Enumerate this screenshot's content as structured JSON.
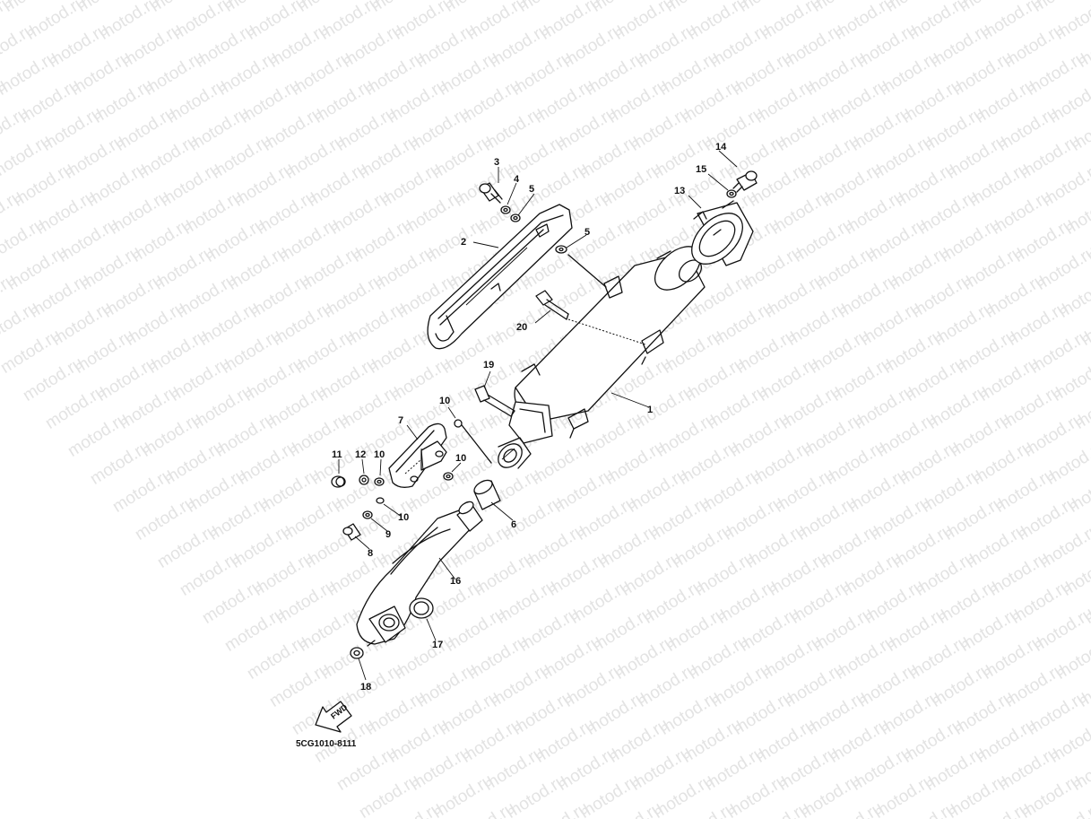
{
  "watermark": "motod.ru",
  "diagram_code": "5CG1010-8111",
  "fwd_label": "FWD",
  "callouts": {
    "c1": "1",
    "c2": "2",
    "c3": "3",
    "c4": "4",
    "c5a": "5",
    "c5b": "5",
    "c6": "6",
    "c7": "7",
    "c8": "8",
    "c9": "9",
    "c10a": "10",
    "c10b": "10",
    "c10c": "10",
    "c10d": "10",
    "c11": "11",
    "c12": "12",
    "c13": "13",
    "c14": "14",
    "c15": "15",
    "c16": "16",
    "c17": "17",
    "c18": "18",
    "c19": "19",
    "c20": "20"
  }
}
